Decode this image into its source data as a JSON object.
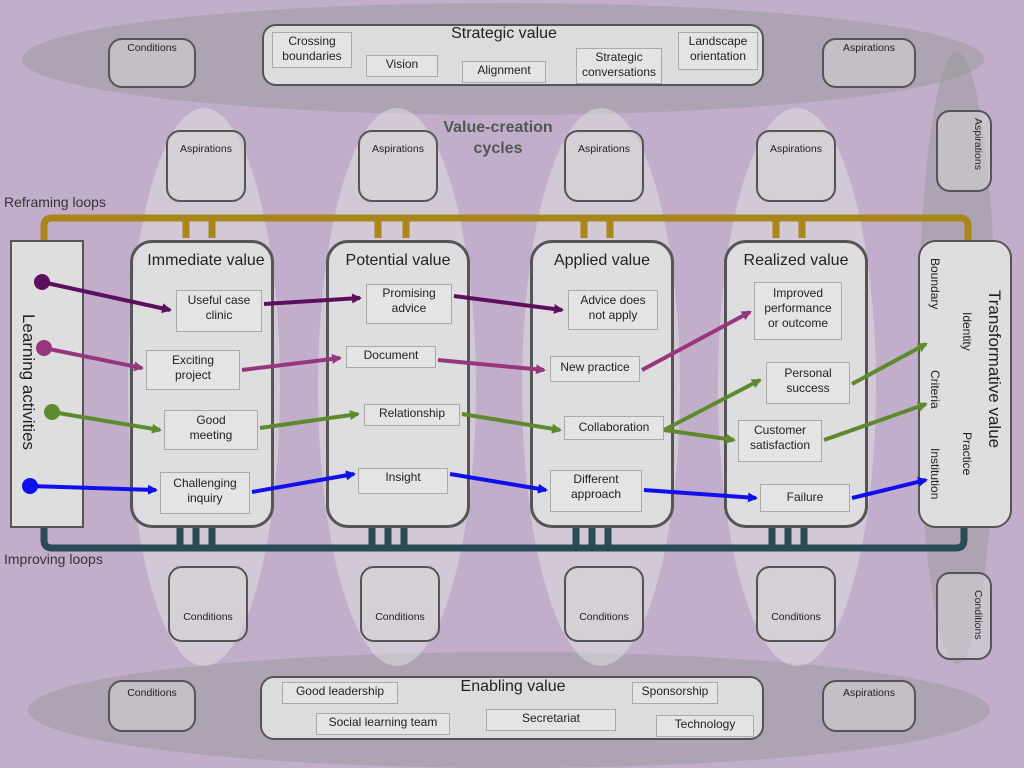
{
  "strategic": {
    "title": "Strategic value",
    "items": [
      "Crossing\nboundaries",
      "Vision",
      "Alignment",
      "Strategic\nconversations",
      "Landscape\norientation"
    ]
  },
  "enabling": {
    "title": "Enabling value",
    "items": [
      "Good leadership",
      "Social learning team",
      "Secretariat",
      "Sponsorship",
      "Technology"
    ]
  },
  "value_creation_cycles": "Value-creation\ncycles",
  "reframing_loops": "Reframing loops",
  "improving_loops": "Improving loops",
  "learning_activities": "Learning activities",
  "transformative": {
    "title": "Transformative value",
    "outer": [
      "Boundary",
      "Criteria",
      "Institution"
    ],
    "inner": [
      "Identity",
      "Practice"
    ]
  },
  "aspirations_label": "Aspirations",
  "conditions_label": "Conditions",
  "columns": [
    {
      "title": "Immediate value",
      "items": [
        "Useful case\nclinic",
        "Exciting\nproject",
        "Good\nmeeting",
        "Challenging\ninquiry"
      ]
    },
    {
      "title": "Potential value",
      "items": [
        "Promising\nadvice",
        "Document",
        "Relationship",
        "Insight"
      ]
    },
    {
      "title": "Applied value",
      "items": [
        "Advice does\nnot apply",
        "New practice",
        "Collaboration",
        "Different\napproach"
      ]
    },
    {
      "title": "Realized value",
      "items": [
        "Improved\nperformance\nor outcome",
        "Personal\nsuccess",
        "Customer\nsatisfaction",
        "Failure"
      ]
    }
  ],
  "colors": {
    "reframing_bar": "#a8861a",
    "improving_bar": "#2b4a55",
    "purple_dark": "#5e0e5e",
    "purple_mid": "#96377e",
    "green": "#5e8a2e",
    "blue": "#1010ee",
    "background": "#c2aecb"
  }
}
